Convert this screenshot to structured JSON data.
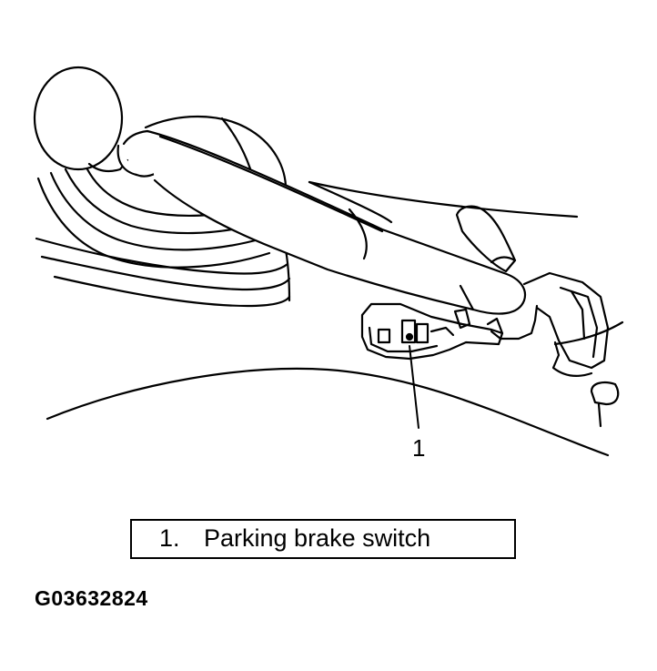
{
  "callout": {
    "number": "1"
  },
  "legend": {
    "items": [
      {
        "number": "1.",
        "label": "Parking brake switch"
      }
    ]
  },
  "figure": {
    "id": "G03632824"
  }
}
